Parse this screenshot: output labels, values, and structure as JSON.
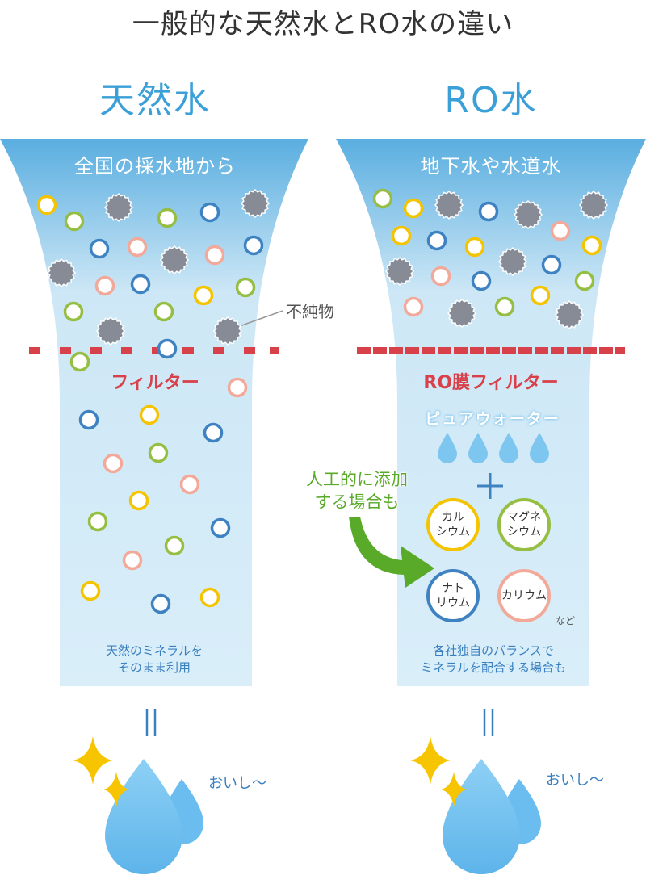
{
  "title": "一般的な天然水とRO水の違い",
  "colors": {
    "title_blue": "#3b9fd8",
    "filter_red": "#d8404a",
    "green": "#5aaa2a",
    "ring_yellow": "#f5c400",
    "ring_green": "#95be42",
    "ring_blue": "#3f82c2",
    "ring_pink": "#f3a99a",
    "impurity_gray": "#868b96"
  },
  "left": {
    "title": "天然水",
    "band_text": "全国の採水地から",
    "impurity_label": "不純物",
    "filter_label": "フィルター",
    "bottom_text": [
      "天然のミネラルを",
      "そのまま利用"
    ],
    "equals": "||",
    "tagline": "おいし〜"
  },
  "right": {
    "title": "RO水",
    "band_text": "地下水や水道水",
    "filter_label": "RO膜フィルター",
    "pure_water_label": "ピュアウォーター",
    "plus": "+",
    "callout": [
      "人工的に添加",
      "する場合も"
    ],
    "minerals": [
      {
        "lines": [
          "カル",
          "シウム"
        ],
        "color": "#f5c400"
      },
      {
        "lines": [
          "マグネ",
          "シウム"
        ],
        "color": "#95be42"
      },
      {
        "lines": [
          "ナト",
          "リウム"
        ],
        "color": "#3f82c2"
      },
      {
        "lines": [
          "カリウム"
        ],
        "color": "#f3a99a"
      }
    ],
    "etc_label": "など",
    "bottom_text": [
      "各社独自のバランスで",
      "ミネラルを配合する場合も"
    ],
    "equals": "||",
    "tagline": "おいし〜"
  },
  "icons": {
    "impurity": "impurity-particle-icon",
    "mineral": "mineral-ring-icon",
    "droplet": "water-drop-icon",
    "sparkle": "sparkle-icon",
    "arrow": "curved-arrow-icon"
  }
}
